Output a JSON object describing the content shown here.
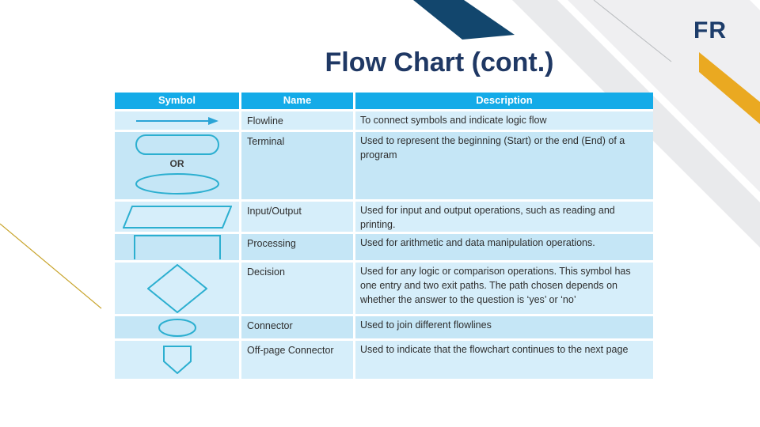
{
  "slide": {
    "title": "Flow Chart (cont.)",
    "logo_text": "FR"
  },
  "colors": {
    "title_navy": "#1f3864",
    "ribbon_navy": "#12466d",
    "ribbon_gray": "#ececee",
    "accent_gold": "#eaa921",
    "header_cyan": "#14abe8",
    "row_light_blue": "#d6eefa",
    "row_dark_blue": "#c5e6f6",
    "symbol_stroke_teal": "#2cafd0"
  },
  "table": {
    "headers": [
      "Symbol",
      "Name",
      "Description"
    ],
    "or_label": "OR",
    "rows": [
      {
        "symbol": "flowline-arrow",
        "name": "Flowline",
        "description": "To connect symbols and indicate logic flow"
      },
      {
        "symbol": "terminal-rounded-rectangle-or-ellipse",
        "name": "Terminal",
        "description": "Used to represent the beginning (Start) or the end (End) of a program"
      },
      {
        "symbol": "input-output-parallelogram",
        "name": "Input/Output",
        "description": "Used for input and output operations, such as reading and printing."
      },
      {
        "symbol": "processing-rectangle",
        "name": "Processing",
        "description": "Used for arithmetic and data manipulation operations."
      },
      {
        "symbol": "decision-diamond",
        "name": "Decision",
        "description": "Used for any logic or comparison operations. This symbol has one entry and two exit paths. The path chosen depends on whether the answer to the question is ‘yes’ or ‘no’"
      },
      {
        "symbol": "connector-ellipse",
        "name": "Connector",
        "description": "Used to join different flowlines"
      },
      {
        "symbol": "off-page-connector-pentagon",
        "name": "Off-page Connector",
        "description": "Used to indicate that the flowchart continues to the next page"
      }
    ]
  }
}
